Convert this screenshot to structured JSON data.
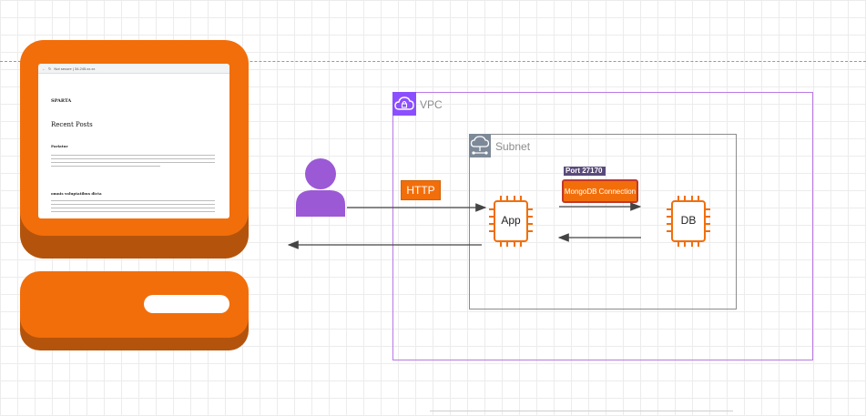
{
  "colors": {
    "orange": "#f26e0a",
    "vpc": "#8c4fff",
    "user": "#9b59d6",
    "arrow": "#444444"
  },
  "computer": {
    "browser": {
      "address": "Not secure | 34.245.xx.xx"
    },
    "site_logo": "SPARTA",
    "page_title": "Recent Posts",
    "post_titles": [
      "Pariatur",
      "omnis voluptatibus dicta"
    ]
  },
  "vpc": {
    "label": "VPC",
    "icon": "cloud-lock-icon"
  },
  "subnet": {
    "label": "Subnet",
    "icon": "cloud-network-icon"
  },
  "user_icon": "user-icon",
  "http_label": "HTTP",
  "port_label": "Port 27170",
  "mongo_label": "MongoDB Connection",
  "app_label": "App",
  "db_label": "DB"
}
